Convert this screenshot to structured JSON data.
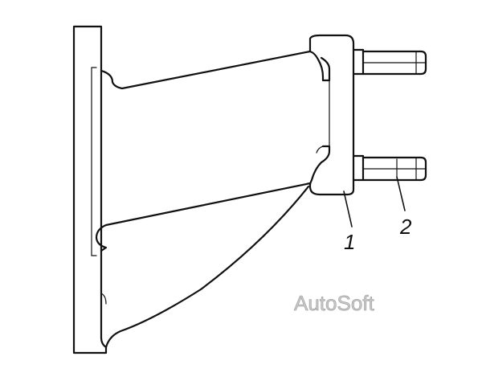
{
  "diagram": {
    "callouts": [
      {
        "id": "1",
        "label": "1"
      },
      {
        "id": "2",
        "label": "2"
      }
    ],
    "watermark": "AutoSoft",
    "line_color": "#111111",
    "watermark_color": "#c8c8c8"
  }
}
